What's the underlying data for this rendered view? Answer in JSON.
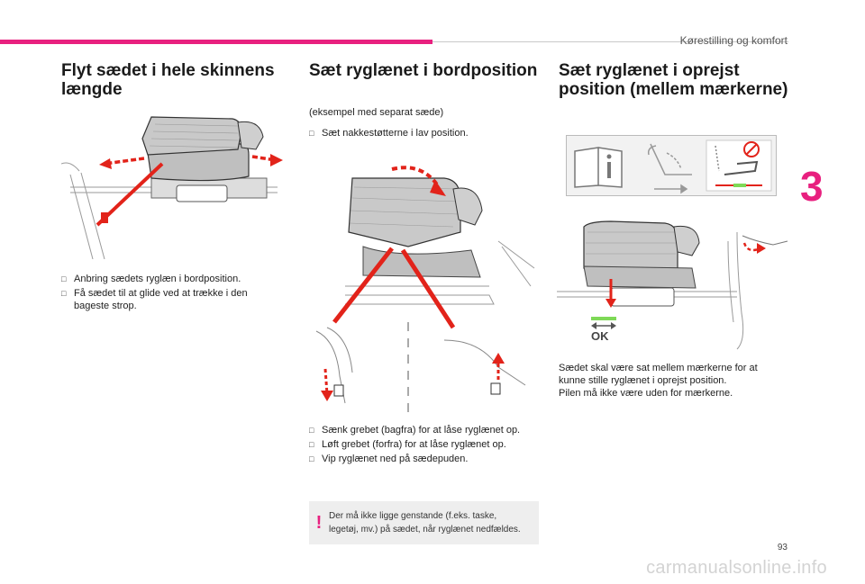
{
  "header": {
    "chapter_title": "Kørestilling og komfort",
    "chapter_number": "3"
  },
  "col1": {
    "title_line1": "Flyt sædet i hele skinnens",
    "title_line2": "længde",
    "bullets": [
      "Anbring sædets ryglæn i bordposition.",
      "Få sædet til at glide ved at trække i den",
      "bageste strop."
    ]
  },
  "col2": {
    "title": "Sæt ryglænet i bordposition",
    "example": "(eksempel med separat sæde)",
    "bullet_top": "Sæt nakkestøtterne i lav position.",
    "bullets": [
      "Sænk grebet (bagfra) for at låse ryglænet op.",
      "Løft grebet (forfra) for at låse ryglænet op.",
      "Vip ryglænet ned på sædepuden."
    ],
    "note_line1": "Der må ikke ligge genstande (f.eks. taske,",
    "note_line2": "legetøj, mv.) på sædet, når ryglænet nedfældes."
  },
  "col3": {
    "title_line1": "Sæt ryglænet i oprejst",
    "title_line2": "position (mellem mærkerne)",
    "ok_label": "OK",
    "para": [
      "Sædet skal være sat mellem mærkerne for at",
      "kunne stille ryglænet i oprejst position.",
      "Pilen må ikke være uden for mærkerne."
    ]
  },
  "footer": {
    "page_number": "93",
    "watermark": "carmanualsonline.info"
  },
  "colors": {
    "accent": "#e8207f",
    "arrow_red": "#e2231a",
    "ok_green": "#7ed957"
  },
  "icons": [
    "bullet-marker-icon",
    "warning-icon",
    "manual-book-icon",
    "seat-icon"
  ]
}
